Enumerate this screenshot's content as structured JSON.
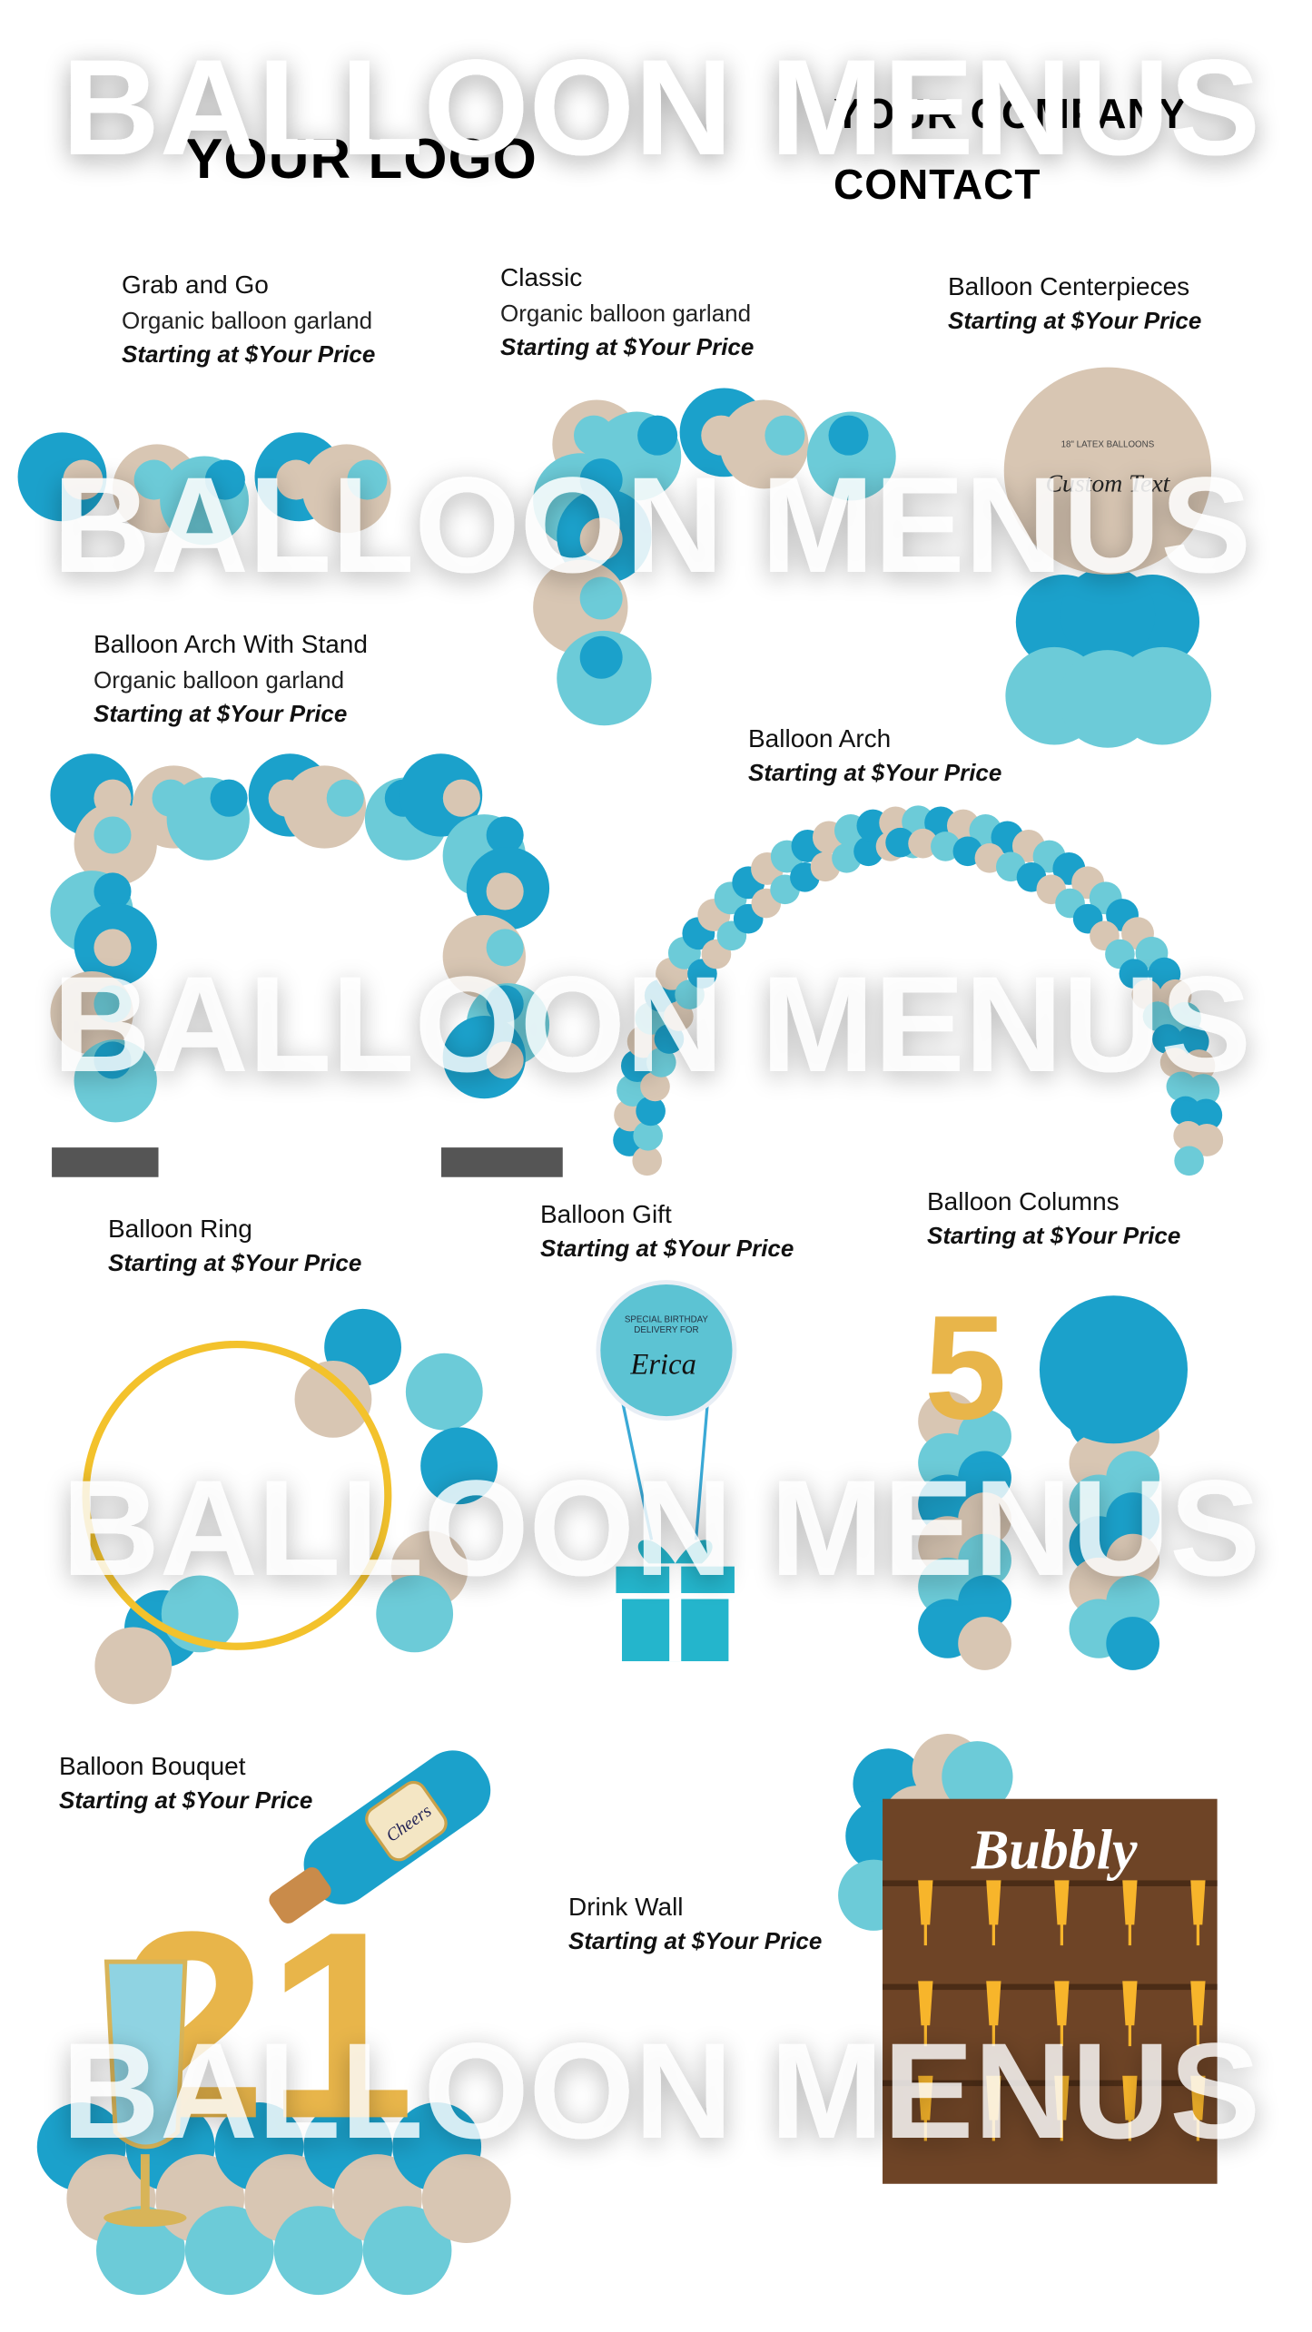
{
  "header": {
    "logo": "YOUR LOGO",
    "company_line1": "YOUR COMPANY",
    "company_line2": "CONTACT"
  },
  "watermark": "BALLOON MENUS",
  "items": [
    {
      "title": "Grab and Go",
      "subtitle": "Organic balloon garland",
      "price": "Starting at $Your Price"
    },
    {
      "title": "Classic",
      "subtitle": "Organic balloon garland",
      "price": "Starting at $Your Price"
    },
    {
      "title": "Balloon Centerpieces",
      "price": "Starting at $Your Price"
    },
    {
      "title": "Balloon Arch With Stand",
      "subtitle": "Organic balloon garland",
      "price": "Starting at $Your Price"
    },
    {
      "title": "Balloon Arch",
      "price": "Starting at $Your Price"
    },
    {
      "title": "Balloon Ring",
      "price": "Starting at $Your Price"
    },
    {
      "title": "Balloon Gift",
      "price": "Starting at $Your Price"
    },
    {
      "title": "Balloon Columns",
      "price": "Starting at $Your Price"
    },
    {
      "title": "Balloon Bouquet",
      "price": "Starting at $Your Price"
    },
    {
      "title": "Drink Wall",
      "price": "Starting at $Your Price"
    }
  ],
  "decor": {
    "centerpiece_label": "18\" LATEX BALLOONS",
    "centerpiece_script": "Custom Text",
    "gift_line1": "SPECIAL BIRTHDAY",
    "gift_line2": "DELIVERY FOR",
    "gift_name": "Erica",
    "column_number": "5",
    "bouquet_number": "21",
    "bottle_label": "Cheers",
    "wall_sign": "Bubbly"
  },
  "colors": {
    "teal": "#1ba1cb",
    "light_teal": "#6ccbd8",
    "beige": "#d8c6b3",
    "gold": "#e8b54a",
    "wood": "#6e4426",
    "ring": "#f3c22c"
  }
}
